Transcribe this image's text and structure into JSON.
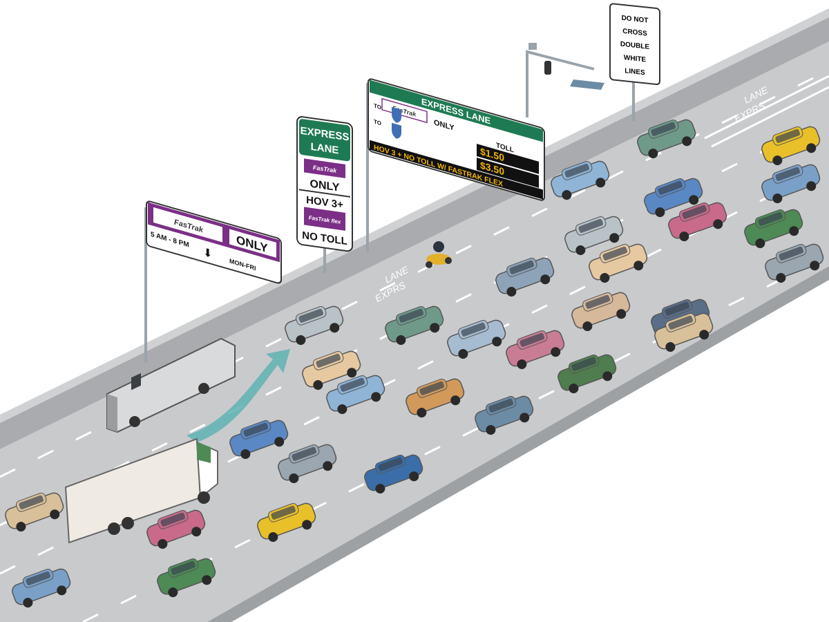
{
  "overhead_sign": {
    "header": "EXPRESS LANE",
    "fastrak": "FasTrak",
    "only": "ONLY",
    "to1": "TO",
    "to2": "TO",
    "toll_label": "TOLL",
    "toll1": "$1.50",
    "toll2": "$3.50",
    "footer": "HOV 3 + NO TOLL W/ FASTRAK FLEX"
  },
  "side_sign": {
    "header_line1": "EXPRESS",
    "header_line2": "LANE",
    "fastrak": "FasTrak",
    "only": "ONLY",
    "hov": "HOV 3+",
    "flex": "FasTrak flex",
    "no_toll": "NO TOLL"
  },
  "hours_sign": {
    "fastrak": "FasTrak",
    "only": "ONLY",
    "hours": "5 AM - 8 PM",
    "days": "MON-FRI"
  },
  "regulatory_sign": {
    "lines": [
      "DO NOT",
      "CROSS",
      "DOUBLE",
      "WHITE",
      "LINES"
    ]
  },
  "pavement_markings": {
    "word1": "LANE",
    "word2": "EXPRS"
  },
  "colors": {
    "express_green": "#1e7a52",
    "fastrak_purple": "#7b2f86",
    "toll_yellow": "#f2b705",
    "road": "#c9cacc",
    "barrier": "#a9abae",
    "arrow": "#5fb3b3"
  },
  "cars": [
    "#b9c2c7",
    "#e6c9a0",
    "#8fb4d6",
    "#6f9a8a",
    "#5a88c4",
    "#c96a8a",
    "#d8c09a",
    "#e8c02a",
    "#7aa0c8",
    "#4d8a55",
    "#9aa6b0",
    "#3b6ea8",
    "#d19a5a",
    "#a7bcd0",
    "#c97d95",
    "#6c8ca6",
    "#4f7d4f",
    "#8ea3b8",
    "#d6b89a",
    "#5a6e88"
  ]
}
